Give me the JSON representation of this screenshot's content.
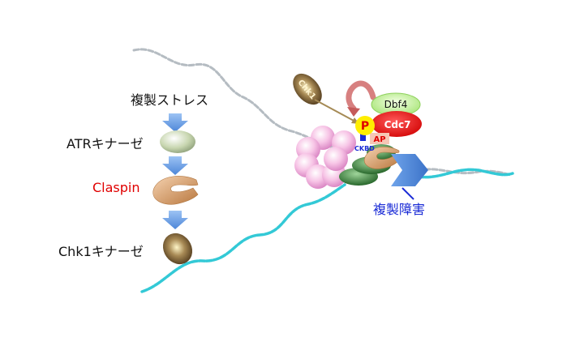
{
  "pathway": {
    "stress": "複製ストレス",
    "atr": "ATRキナーゼ",
    "claspin": "Claspin",
    "chk1": "Chk1キナーゼ"
  },
  "complex": {
    "chk1_blob": "Chk1",
    "dbf4": "Dbf4",
    "cdc7": "Cdc7",
    "phospho": "P",
    "ap": "AP",
    "ckbd": "CKBD",
    "block": "複製障害"
  },
  "colors": {
    "claspin_red": "#e00000",
    "block_blue": "#1a2bd6",
    "dna_cyan": "#33c9d6",
    "mcm_pink": "#f5b8e0",
    "gins_green": "#2e7d32",
    "cdc7_red": "#e00000",
    "dbf4_green": "#b6f07a",
    "phospho_yellow": "#ffee00",
    "arrow_blue": "#5a8fdc"
  }
}
